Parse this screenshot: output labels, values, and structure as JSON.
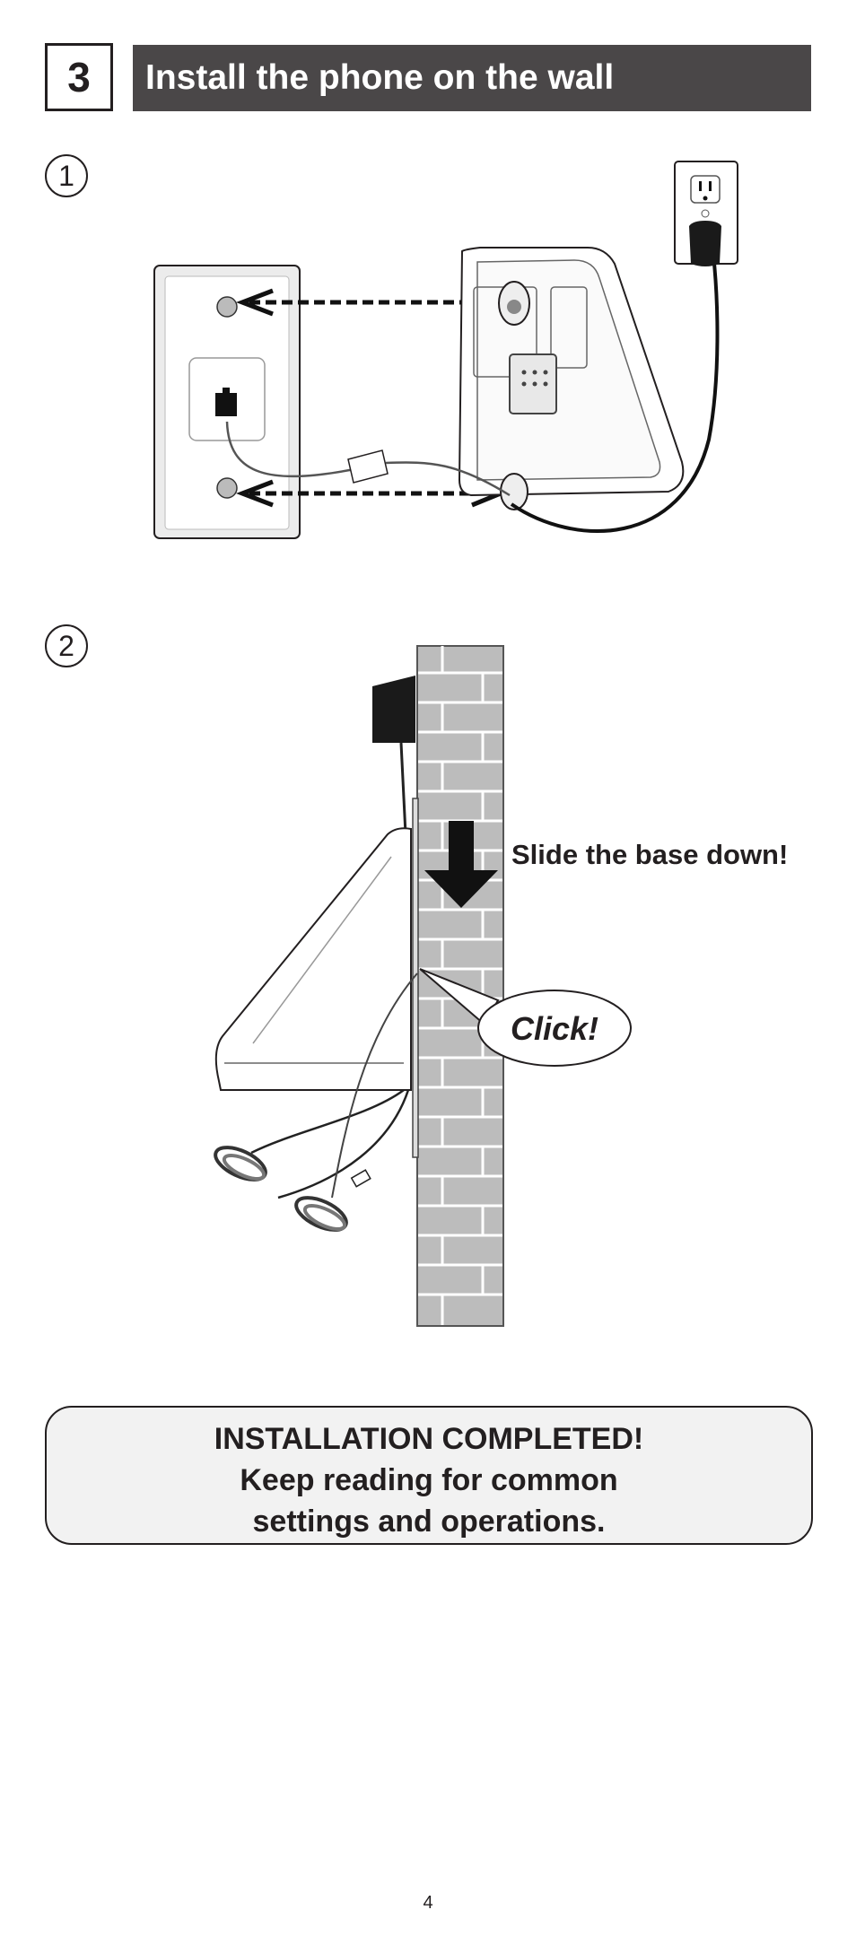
{
  "header": {
    "step_number": "3",
    "title": "Install the phone on the wall"
  },
  "steps": [
    {
      "number": "1"
    },
    {
      "number": "2"
    }
  ],
  "step2": {
    "slide_label": "Slide the base down!",
    "click_label": "Click!"
  },
  "completion": {
    "line1": "INSTALLATION COMPLETED!",
    "line2": "Keep reading for common",
    "line3": "settings and operations."
  },
  "page_number": "4",
  "colors": {
    "header_bg": "#4a4748",
    "brick": "#bcbcbc",
    "box_bg": "#f2f2f2"
  }
}
